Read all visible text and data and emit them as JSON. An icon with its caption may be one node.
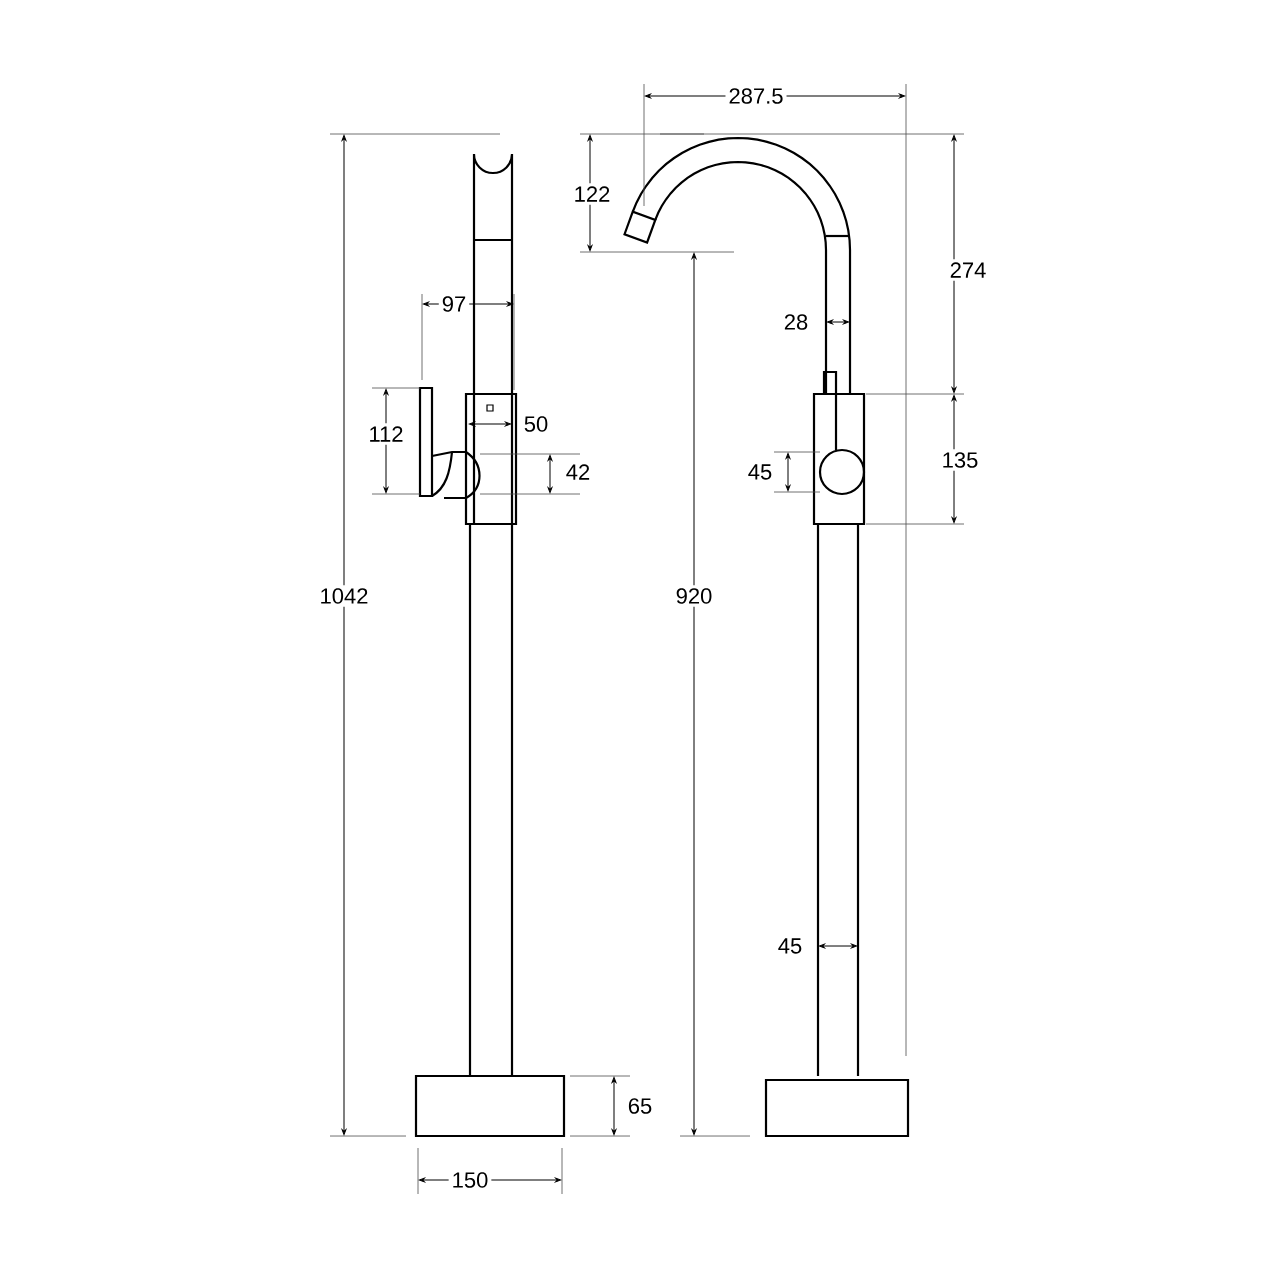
{
  "diagram": {
    "labels": [
      "287.5",
      "122",
      "274",
      "97",
      "28",
      "50",
      "112",
      "42",
      "45",
      "135",
      "1042",
      "920",
      "45",
      "65",
      "150"
    ]
  }
}
